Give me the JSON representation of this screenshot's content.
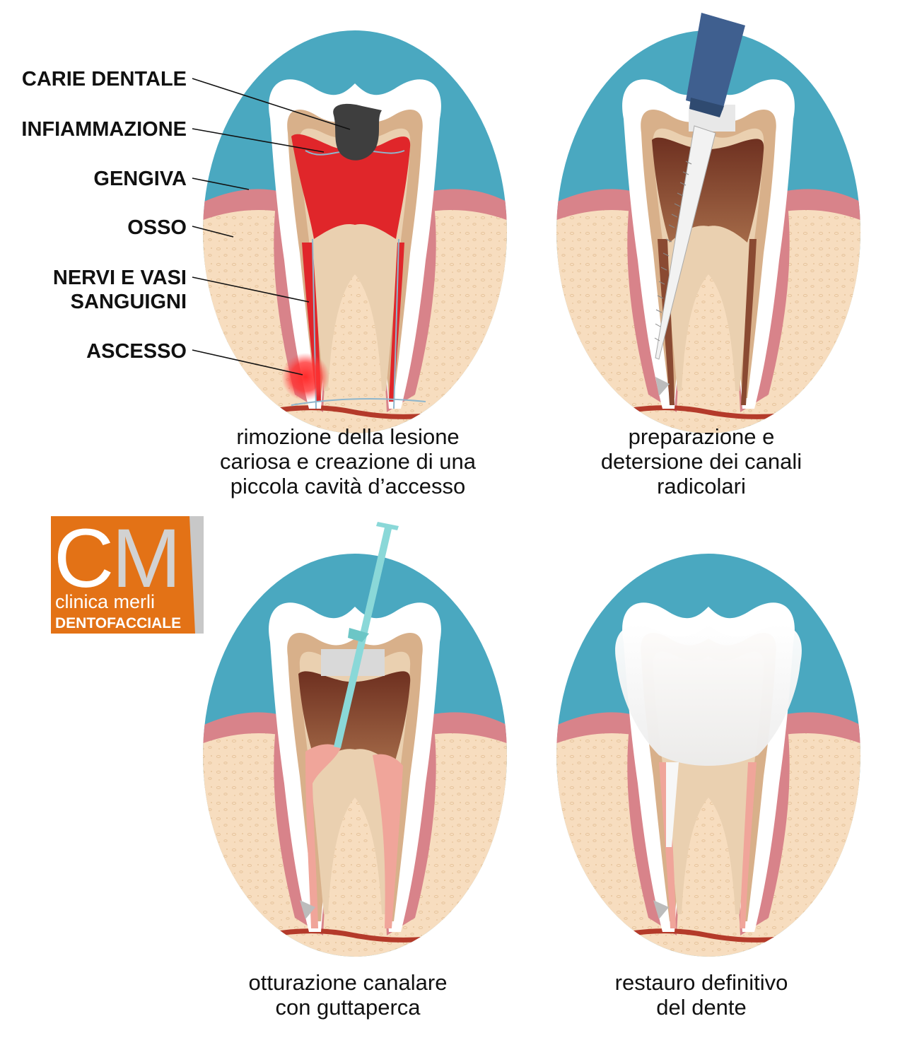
{
  "labels": [
    {
      "id": "carie",
      "lines": [
        "CARIE DENTALE"
      ]
    },
    {
      "id": "infiammazione",
      "lines": [
        "INFIAMMAZIONE"
      ]
    },
    {
      "id": "gengiva",
      "lines": [
        "GENGIVA"
      ]
    },
    {
      "id": "osso",
      "lines": [
        "OSSO"
      ]
    },
    {
      "id": "nervi",
      "lines": [
        "NERVI E VASI",
        "SANGUIGNI"
      ]
    },
    {
      "id": "ascesso",
      "lines": [
        "ASCESSO"
      ]
    }
  ],
  "steps": [
    {
      "caption": [
        "rimozione della lesione",
        "cariosa e creazione di una",
        "piccola cavità d’accesso"
      ]
    },
    {
      "caption": [
        "preparazione e",
        "detersione dei canali",
        "radicolari"
      ]
    },
    {
      "caption": [
        "otturazione canalare",
        "con guttaperca"
      ]
    },
    {
      "caption": [
        "restauro definitivo",
        "del dente"
      ]
    }
  ],
  "logo": {
    "letters": "CM",
    "name": "clinica merli",
    "subtitle": "DENTOFACCIALE"
  },
  "colors": {
    "sky": "#4aa8c0",
    "bone": "#f7ddbf",
    "gum": "#d8838a",
    "enamel": "#ffffff",
    "dentin": "#d8b08a",
    "pulp": "#7a3a28",
    "inflammation": "#e0262a",
    "caries": "#3e3e3e",
    "file": "#3f5f8f",
    "gutta": "#8ad8d8",
    "logo_orange": "#e37216"
  }
}
